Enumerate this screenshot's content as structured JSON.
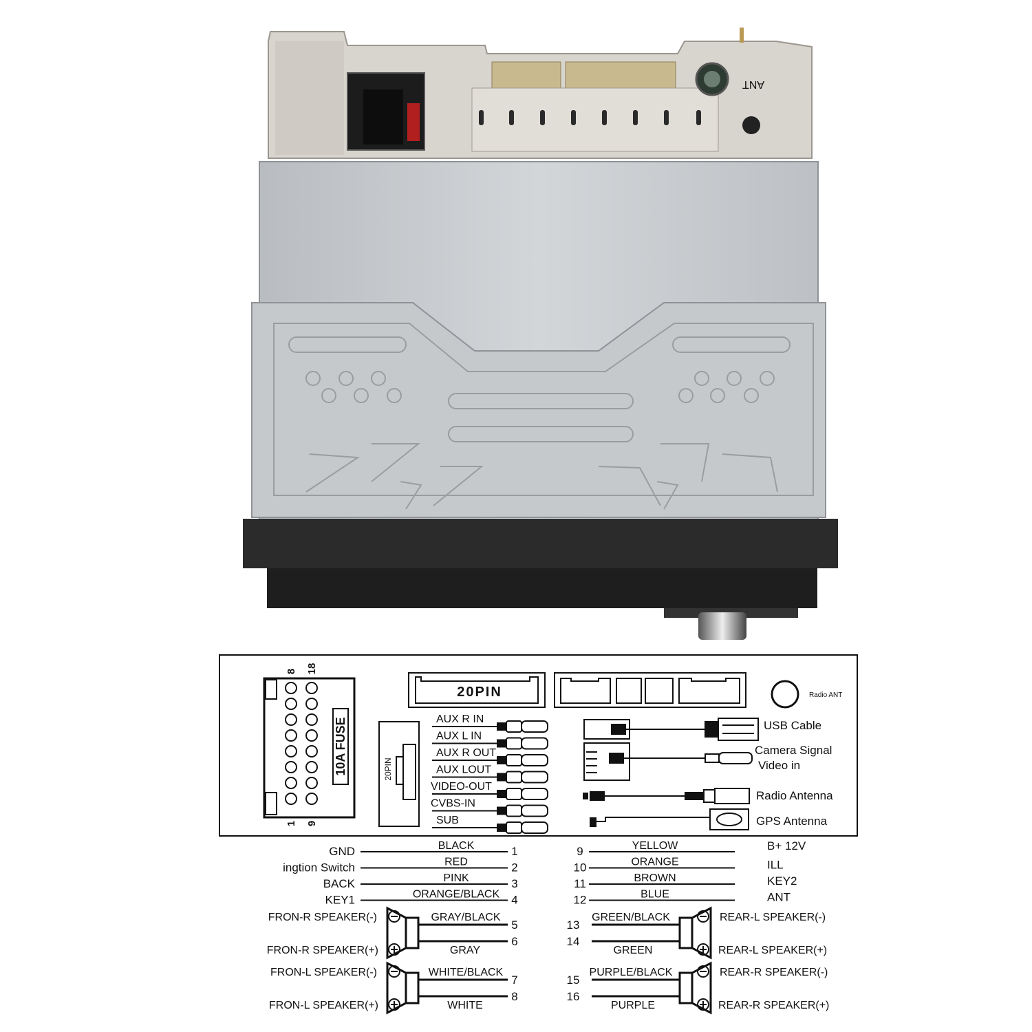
{
  "colors": {
    "housing": "#d9d5cf",
    "case": "#c9cccf",
    "face": "#262626",
    "line": "#111111"
  },
  "connector_block": {
    "top_pin": "8",
    "top_pin2": "18",
    "bottom_pin": "1",
    "bottom_pin2": "9",
    "fuse": "10A FUSE",
    "socket20": "20PIN",
    "header20": "20PIN",
    "antenna_label": "Radio ANT"
  },
  "rca": [
    "AUX R IN",
    "AUX L IN",
    "AUX R OUT",
    "AUX LOUT",
    "VIDEO-OUT",
    "CVBS-IN",
    "SUB"
  ],
  "cables": {
    "usb": "USB Cable",
    "camera1": "Camera Signal",
    "camera2": "Video in",
    "radio": "Radio  Antenna",
    "gps": "GPS Antenna"
  },
  "wires_left": [
    {
      "fn": "GND",
      "color": "BLACK",
      "pin": "1"
    },
    {
      "fn": "ingtion Switch",
      "color": "RED",
      "pin": "2"
    },
    {
      "fn": "BACK",
      "color": "PINK",
      "pin": "3"
    },
    {
      "fn": "KEY1",
      "color": "ORANGE/BLACK",
      "pin": "4"
    }
  ],
  "wires_right": [
    {
      "pin": "9",
      "color": "YELLOW",
      "fn": "B+ 12V"
    },
    {
      "pin": "10",
      "color": "ORANGE",
      "fn": "ILL"
    },
    {
      "pin": "11",
      "color": "BROWN",
      "fn": "KEY2"
    },
    {
      "pin": "12",
      "color": "BLUE",
      "fn": "ANT"
    }
  ],
  "speakers_left": [
    {
      "neg": "FRON-R SPEAKER(-)",
      "pos": "FRON-R SPEAKER(+)",
      "c1": "GRAY/BLACK",
      "c2": "GRAY",
      "p1": "5",
      "p2": "6"
    },
    {
      "neg": "FRON-L SPEAKER(-)",
      "pos": "FRON-L SPEAKER(+)",
      "c1": "WHITE/BLACK",
      "c2": "WHITE",
      "p1": "7",
      "p2": "8"
    }
  ],
  "speakers_right": [
    {
      "neg": "REAR-L SPEAKER(-)",
      "pos": "REAR-L SPEAKER(+)",
      "c1": "GREEN/BLACK",
      "c2": "GREEN",
      "p1": "13",
      "p2": "14"
    },
    {
      "neg": "REAR-R  SPEAKER(-)",
      "pos": "REAR-R  SPEAKER(+)",
      "c1": "PURPLE/BLACK",
      "c2": "PURPLE",
      "p1": "15",
      "p2": "16"
    }
  ],
  "housing": {
    "ant": "ANT"
  }
}
